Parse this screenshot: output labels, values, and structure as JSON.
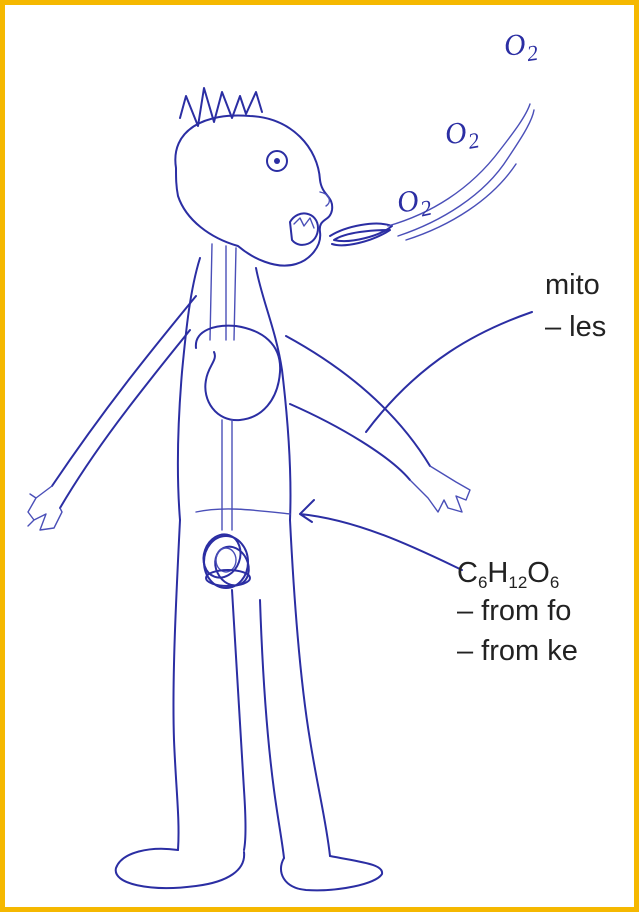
{
  "frame": {
    "border_color": "#f5b800"
  },
  "ink_color": "#2b2ea3",
  "labels": {
    "mito": "mito",
    "less": "– les",
    "glucose": {
      "C": "C",
      "c_sub": "6",
      "H": "H",
      "h_sub": "12",
      "O": "O",
      "o_sub": "6"
    },
    "from1": "– from fo",
    "from2": "– from ke"
  },
  "sketch_text": {
    "o2_main": "O",
    "o2_sub": "2"
  }
}
